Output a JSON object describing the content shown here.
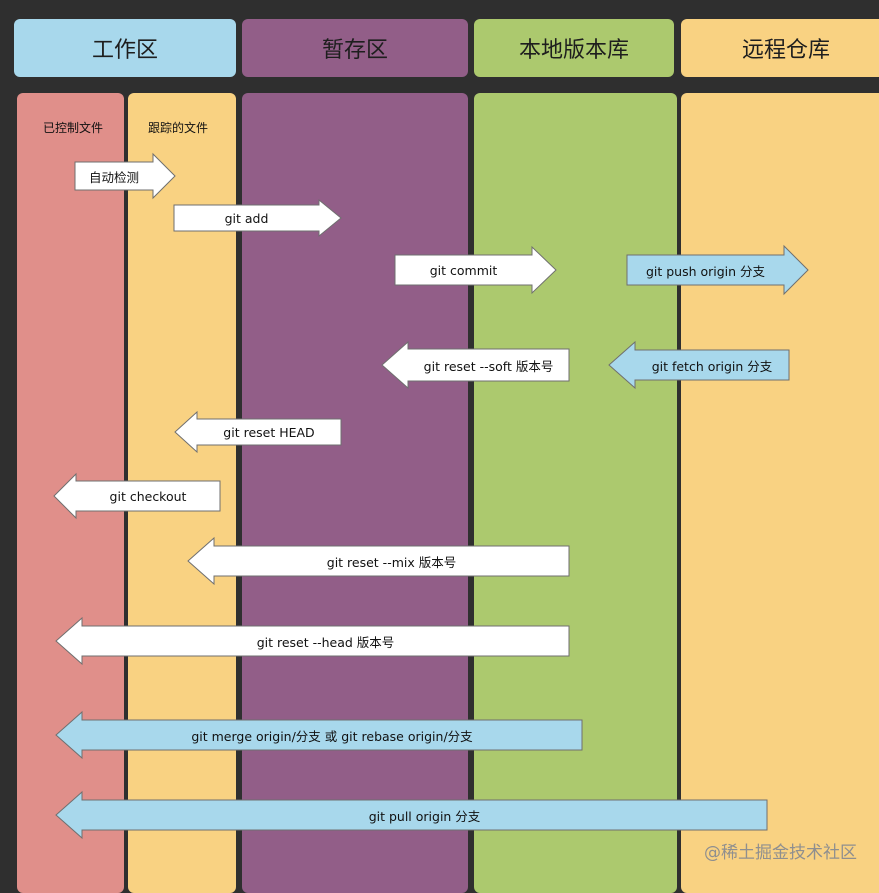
{
  "headers": {
    "workspace": "工作区",
    "staging": "暂存区",
    "local_repo": "本地版本库",
    "remote_repo": "远程仓库"
  },
  "sublabels": {
    "controlled": "已控制文件",
    "tracked": "跟踪的文件"
  },
  "arrows": {
    "auto_detect": "自动检测",
    "git_add": "git add",
    "git_commit": "git commit",
    "git_push": "git push origin 分支",
    "reset_soft": "git reset --soft 版本号",
    "git_fetch": "git fetch origin 分支",
    "reset_head": "git reset HEAD",
    "git_checkout": "git checkout",
    "reset_mix": "git reset --mix 版本号",
    "reset_hard": "git reset --head 版本号",
    "merge_rebase": "git merge origin/分支 或 git rebase origin/分支",
    "git_pull": "git pull origin 分支"
  },
  "watermark": "@稀土掘金技术社区",
  "colors": {
    "background": "#2f2f2f",
    "workspace": "#a8d8ec",
    "staging": "#925e88",
    "local_repo": "#acc96e",
    "remote_repo": "#f9d282",
    "controlled_col": "#e08f8a",
    "tracked_col": "#f9d282",
    "arrow_white": "#ffffff",
    "arrow_blue": "#a8d8ec"
  }
}
